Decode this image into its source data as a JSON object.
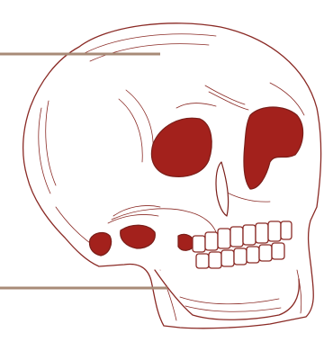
{
  "figure": {
    "subject_icon": "human-skull-illustration",
    "colors": {
      "ink": "#8a2a25",
      "cavity_fill": "#a3211c",
      "leader_line": "#a88b77",
      "background": "#ffffff"
    },
    "label_lines": [
      {
        "target": "cranium"
      },
      {
        "target": "mandible"
      }
    ]
  }
}
